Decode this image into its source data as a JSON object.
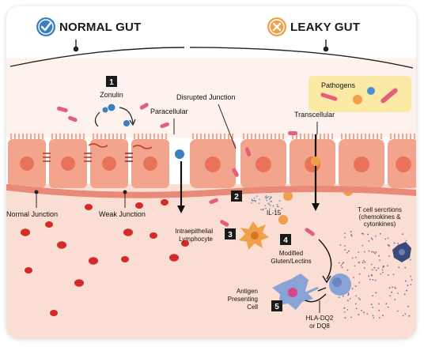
{
  "header": {
    "normal_title": "NORMAL GUT",
    "leaky_title": "LEAKY GUT",
    "normal_icon": "check-circle-icon",
    "leaky_icon": "x-circle-icon"
  },
  "colors": {
    "check_blue": "#3a7fc1",
    "x_orange": "#f0a04b",
    "cell": "#f2a48c",
    "nucleus": "#e8735a",
    "lumen_bg": "#fbe3da",
    "pathogen_box": "#fbeaa6",
    "rbc": "#d42a2a"
  },
  "steps": {
    "s1": "1",
    "s2": "2",
    "s3": "3",
    "s4": "4",
    "s5": "5"
  },
  "labels": {
    "zonulin": "Zonulin",
    "disrupted_junction": "Disrupted Junction",
    "pathogens": "Pathogens",
    "paracellular": "Paracellular",
    "transcellular": "Transcellular",
    "normal_junction": "Normal Junction",
    "weak_junction": "Weak Junction",
    "il15": "IL-15",
    "tcell_1": "T cell sercrtions",
    "tcell_2": "(chemokines &",
    "tcell_3": "cytonkines)",
    "intra_1": "Intraepithelial",
    "intra_2": "Lymphocyte",
    "gluten_1": "Modified",
    "gluten_2": "Gluten/Lectins",
    "apc_1": "Antigen",
    "apc_2": "Presenting",
    "apc_3": "Cell",
    "hla_1": "HLA-DQ2",
    "hla_2": "or DQ8"
  }
}
